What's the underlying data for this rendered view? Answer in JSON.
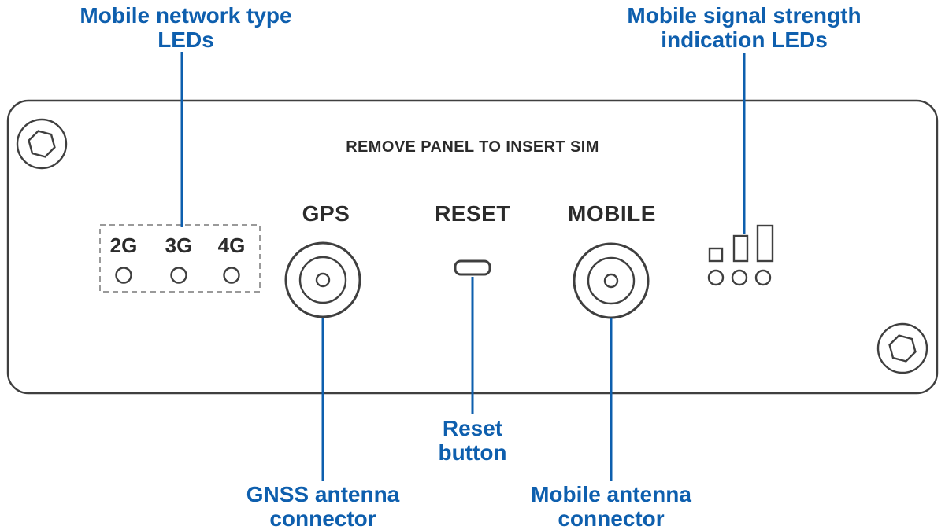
{
  "colors": {
    "callout": "#0e5fae",
    "panel_stroke": "#3f3f3f",
    "panel_text": "#2b2b2b",
    "dashed_box": "#9a9a9a"
  },
  "callouts": {
    "network_leds": {
      "line1": "Mobile network type",
      "line2": "LEDs"
    },
    "signal_leds": {
      "line1": "Mobile signal strength",
      "line2": "indication LEDs"
    },
    "reset": {
      "line1": "Reset",
      "line2": "button"
    },
    "gnss": {
      "line1": "GNSS antenna",
      "line2": "connector"
    },
    "mobile": {
      "line1": "Mobile antenna",
      "line2": "connector"
    }
  },
  "panel": {
    "title": "REMOVE PANEL TO INSERT SIM",
    "gps_label": "GPS",
    "reset_label": "RESET",
    "mobile_label": "MOBILE",
    "network_types": [
      "2G",
      "3G",
      "4G"
    ]
  }
}
